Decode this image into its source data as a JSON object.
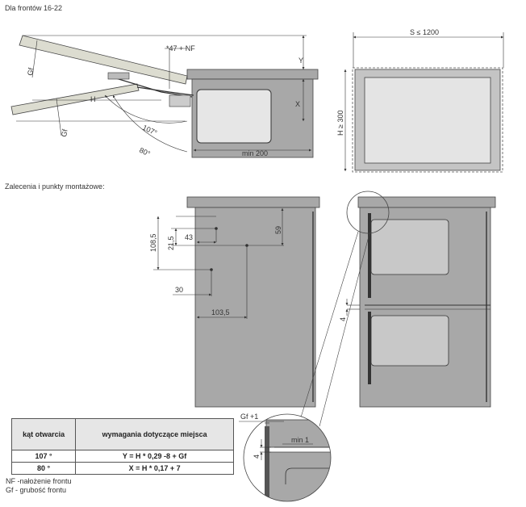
{
  "title": "Dla frontów 16-22",
  "section_title": "Zalecenia i punkty montażowe:",
  "labels": {
    "s_max": "S ≤ 1200",
    "h_min": "H ≥ 300",
    "min200": "min 200",
    "y": "Y",
    "x": "X",
    "h": "H",
    "gf_a": "Gf",
    "gf_b": "Gf",
    "nf": "*47 + NF",
    "angle107": "107°",
    "angle80": "80°",
    "d108": "108,5",
    "d21": "21,5",
    "d43": "43",
    "d59": "59",
    "d30": "30",
    "d103": "103,5",
    "d4a": "4",
    "d4b": "4",
    "gf1": "Gf +1",
    "min1": "min 1"
  },
  "table": {
    "headers": [
      "kąt otwarcia",
      "wymagania dotyczące miejsca"
    ],
    "rows": [
      [
        "107 °",
        "Y = H * 0,29 -8 + Gf"
      ],
      [
        "80 °",
        "X = H * 0,17 + 7"
      ]
    ]
  },
  "notes": [
    "NF -nałożenie frontu",
    "Gf - grubość frontu"
  ],
  "colors": {
    "panel": "#a8a8a8",
    "panel_light": "#c4c4c4",
    "box": "#e4e4e4",
    "line": "#333333",
    "dash": "#555555"
  }
}
